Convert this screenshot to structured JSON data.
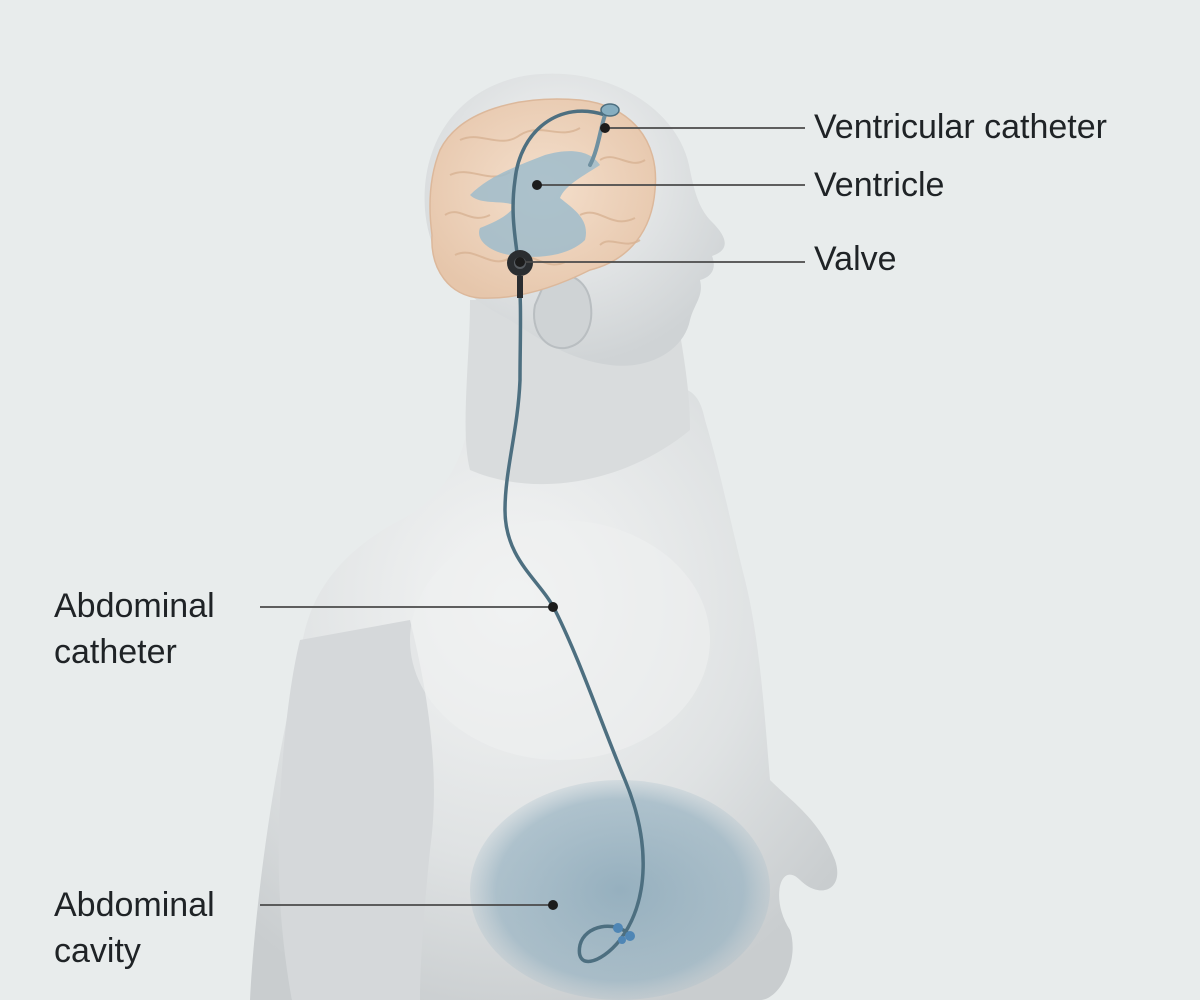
{
  "labels": {
    "ventricular_catheter": "Ventricular catheter",
    "ventricle": "Ventricle",
    "valve": "Valve",
    "abdominal_catheter": [
      "Abdominal",
      "catheter"
    ],
    "abdominal_cavity": [
      "Abdominal",
      "cavity"
    ]
  },
  "colors": {
    "background": "#e8ecec",
    "body": "#d9dcdd",
    "brain": "#efd6c0",
    "ventricle": "#9fbccb",
    "catheter": "#4d6f80",
    "valve": "#2a2d30",
    "leader": "#4a4a4a",
    "cavity": "#8fadbd"
  }
}
